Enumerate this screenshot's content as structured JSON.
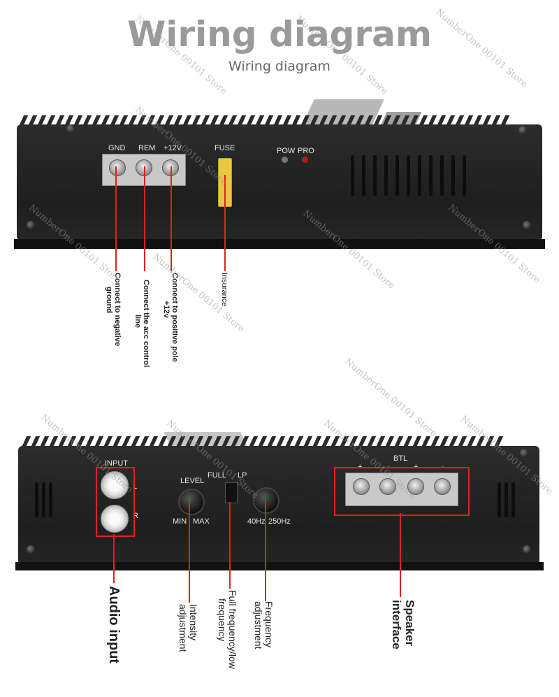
{
  "header": {
    "title": "Wiring diagram",
    "subtitle": "Wiring diagram"
  },
  "top_panel": {
    "terminal_labels": [
      "GND",
      "REM",
      "+12V"
    ],
    "fuse_label": "FUSE",
    "pow_label": "POW",
    "pro_label": "PRO",
    "annotations": {
      "gnd": [
        "Connect to negative",
        "ground"
      ],
      "rem": [
        "Connect the acc control",
        "line"
      ],
      "pos": [
        "Connect to positive pole",
        "+12v"
      ],
      "fuse": "Insurance"
    }
  },
  "bottom_panel": {
    "input_label": "INPUT",
    "l_label": "L",
    "r_label": "R",
    "level_label": "LEVEL",
    "min_label": "MIN",
    "max_label": "MAX",
    "full_label": "FULL",
    "lp_label": "LP",
    "hz40_label": "40Hz",
    "hz250_label": "250Hz",
    "btl_label": "BTL",
    "speaker_signs": [
      "+",
      "-",
      "+",
      "-"
    ],
    "annotations": {
      "audio": "Audio input",
      "intensity": [
        "Intensity",
        "adjustment"
      ],
      "fullfreq": [
        "Full frequency/low",
        "frequency"
      ],
      "frequency": [
        "Frequency",
        "adjustment"
      ],
      "speaker": [
        "Speaker",
        "interface"
      ]
    }
  },
  "watermark": "NumberOne 00101 Store",
  "colors": {
    "accent_red": "#e02020",
    "title_gray": "#9a9a9a",
    "fuse_yellow": "#e8c93a"
  }
}
